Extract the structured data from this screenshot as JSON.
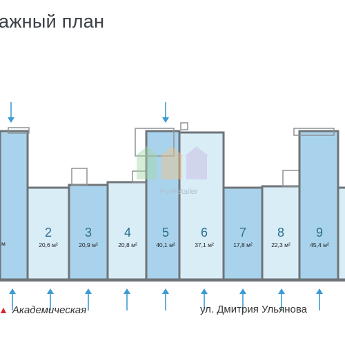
{
  "title": "ажный план",
  "metro": {
    "icon": "metro-m-icon",
    "name": "Академическая",
    "color": "#d7262b"
  },
  "street": "ул. Дмитрия Ульянова",
  "watermark": "ForRetailer",
  "units": [
    {
      "number": "2",
      "area": "20,6 м²"
    },
    {
      "number": "3",
      "area": "20,9 м²"
    },
    {
      "number": "4",
      "area": "20,8 м²"
    },
    {
      "number": "5",
      "area": "40,1 м²"
    },
    {
      "number": "6",
      "area": "37,1 м²"
    },
    {
      "number": "7",
      "area": "17,8 м²"
    },
    {
      "number": "8",
      "area": "22,3 м²"
    },
    {
      "number": "9",
      "area": "45,4 м²"
    }
  ],
  "colors": {
    "light": "#d9edf7",
    "dark": "#a9d3ec",
    "accent": "#3d9bd4"
  }
}
